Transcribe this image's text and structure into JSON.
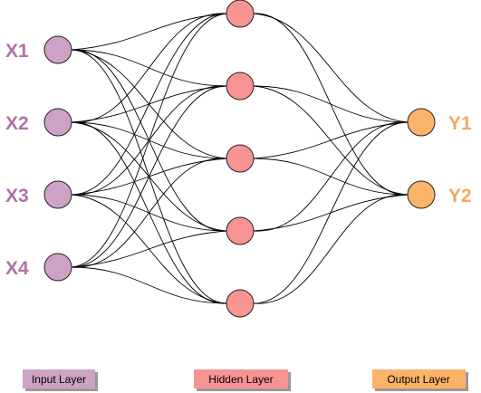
{
  "colors": {
    "input_fill": "#cda2c5",
    "hidden_fill": "#f89393",
    "output_fill": "#fbb36a",
    "input_text": "#b072a4",
    "output_text": "#f5a85a",
    "node_stroke": "#222222",
    "edge": "#000000"
  },
  "layers": {
    "input": {
      "nodes": [
        {
          "id": "x1",
          "label": "X1"
        },
        {
          "id": "x2",
          "label": "X2"
        },
        {
          "id": "x3",
          "label": "X3"
        },
        {
          "id": "x4",
          "label": "X4"
        }
      ]
    },
    "hidden": {
      "nodes": [
        {
          "id": "h1"
        },
        {
          "id": "h2"
        },
        {
          "id": "h3"
        },
        {
          "id": "h4"
        },
        {
          "id": "h5"
        }
      ]
    },
    "output": {
      "nodes": [
        {
          "id": "y1",
          "label": "Y1"
        },
        {
          "id": "y2",
          "label": "Y2"
        }
      ]
    }
  },
  "connections": "fully-connected",
  "legend": {
    "input": "Input Layer",
    "hidden": "Hidden Layer",
    "output": "Output Layer"
  }
}
